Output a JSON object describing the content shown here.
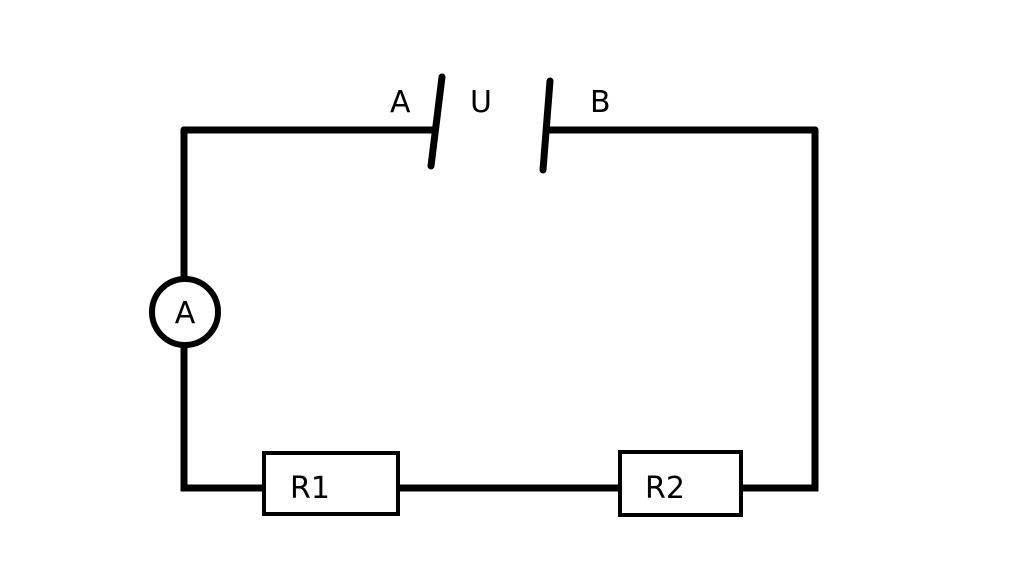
{
  "diagram": {
    "terminal_a_label": "A",
    "source_label": "U",
    "terminal_b_label": "B",
    "ammeter_label": "A",
    "resistor_1_label": "R1",
    "resistor_2_label": "R2"
  },
  "colors": {
    "line": "#000000",
    "background": "#ffffff"
  }
}
